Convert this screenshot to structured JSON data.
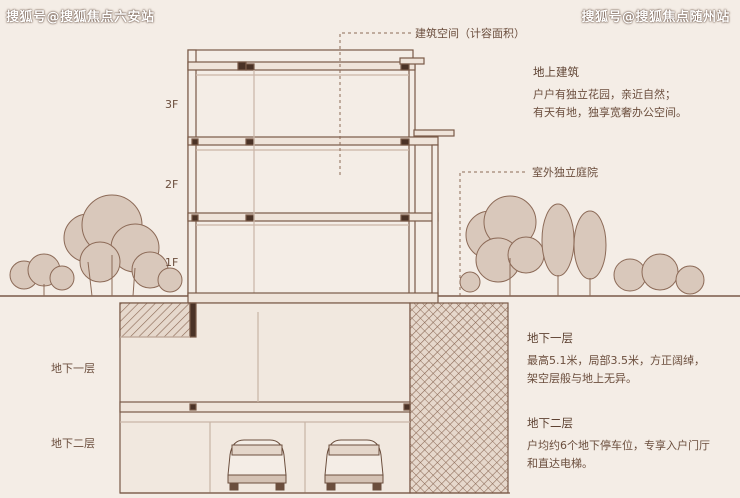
{
  "watermarks": {
    "left": "搜狐号@搜狐焦点六安站",
    "right": "搜狐号@搜狐焦点随州站"
  },
  "labels": {
    "building_space": "建筑空间（计容面积）",
    "floor_3f": "3F",
    "floor_2f": "2F",
    "floor_1f": "1F",
    "above_title": "地上建筑",
    "above_line1": "户户有独立花园，亲近自然；",
    "above_line2": "有天有地，独享宽奢办公空间。",
    "courtyard": "室外独立庭院",
    "b1_left": "地下一层",
    "b2_left": "地下二层",
    "b1_title": "地下一层",
    "b1_line1": "最高5.1米，局部3.5米，方正阔绰，",
    "b1_line2": "架空层般与地上无异。",
    "b2_title": "地下二层",
    "b2_line1": "户均约6个地下停车位，专享入户门厅",
    "b2_line2": "和直达电梯。"
  },
  "colors": {
    "background": "#f4ede6",
    "line": "#7a5a48",
    "dark": "#4a3226",
    "soil_fill": "#e9ddd2",
    "tree": "#8c6a57"
  },
  "icons": [
    "tree-icon",
    "car-icon"
  ]
}
